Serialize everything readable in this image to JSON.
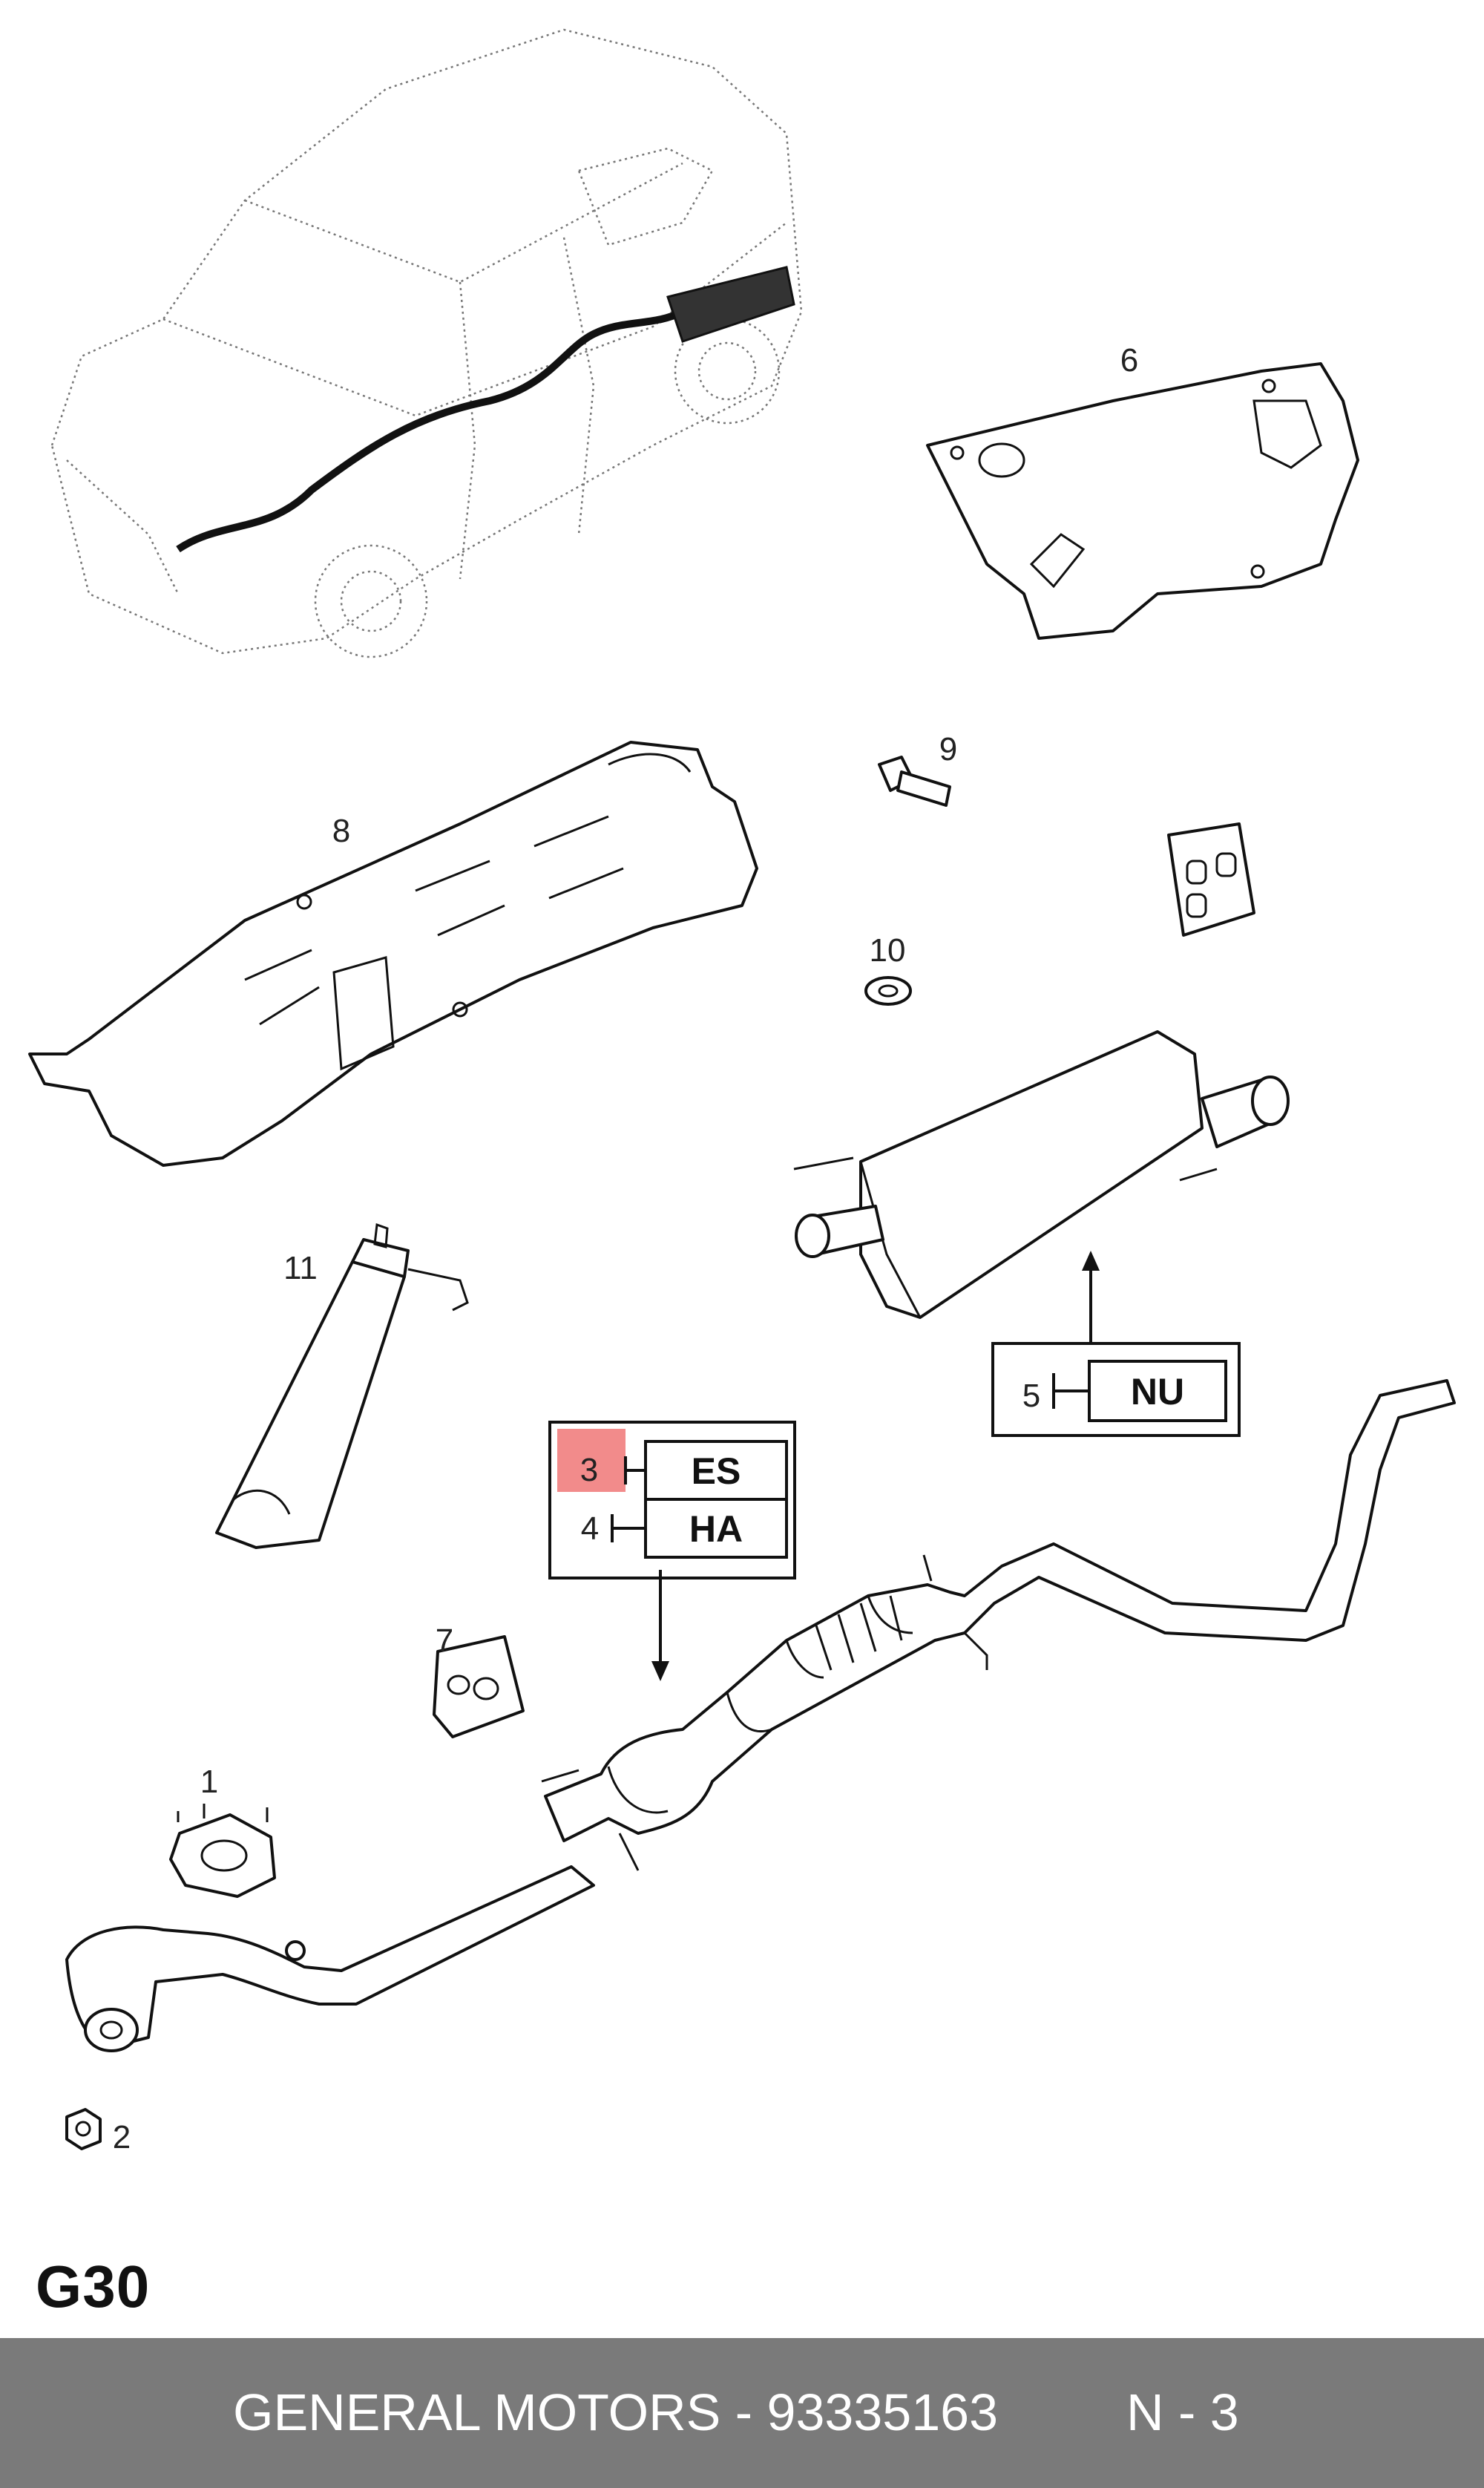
{
  "diagram": {
    "callouts": [
      {
        "id": "c1",
        "text": "1"
      },
      {
        "id": "c2",
        "text": "2"
      },
      {
        "id": "c3",
        "text": "3",
        "highlighted": true
      },
      {
        "id": "c4",
        "text": "4"
      },
      {
        "id": "c5",
        "text": "5"
      },
      {
        "id": "c6",
        "text": "6"
      },
      {
        "id": "c7",
        "text": "7"
      },
      {
        "id": "c8",
        "text": "8"
      },
      {
        "id": "c9",
        "text": "9"
      },
      {
        "id": "c10",
        "text": "10"
      },
      {
        "id": "c11",
        "text": "11"
      }
    ],
    "boxes": {
      "es": "ES",
      "ha": "HA",
      "nu": "NU"
    },
    "highlight_color": "#f28b8b",
    "group_code": "G30"
  },
  "footer": {
    "title": "GENERAL MOTORS - 93335163",
    "page": "N - 3",
    "background": "#7a7a7a"
  }
}
